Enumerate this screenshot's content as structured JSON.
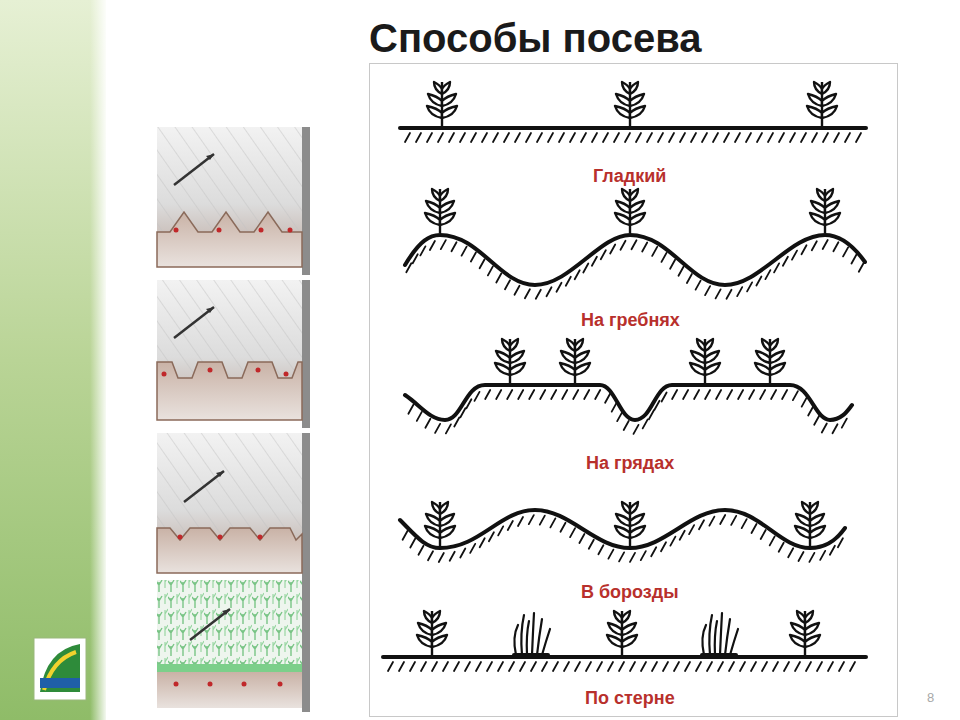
{
  "diagram": {
    "title": "Способы посева",
    "labels": [
      "Гладкий",
      "На гребнях",
      "На грядах",
      "В борозды",
      "По стерне",
      "8"
    ]
  }
}
